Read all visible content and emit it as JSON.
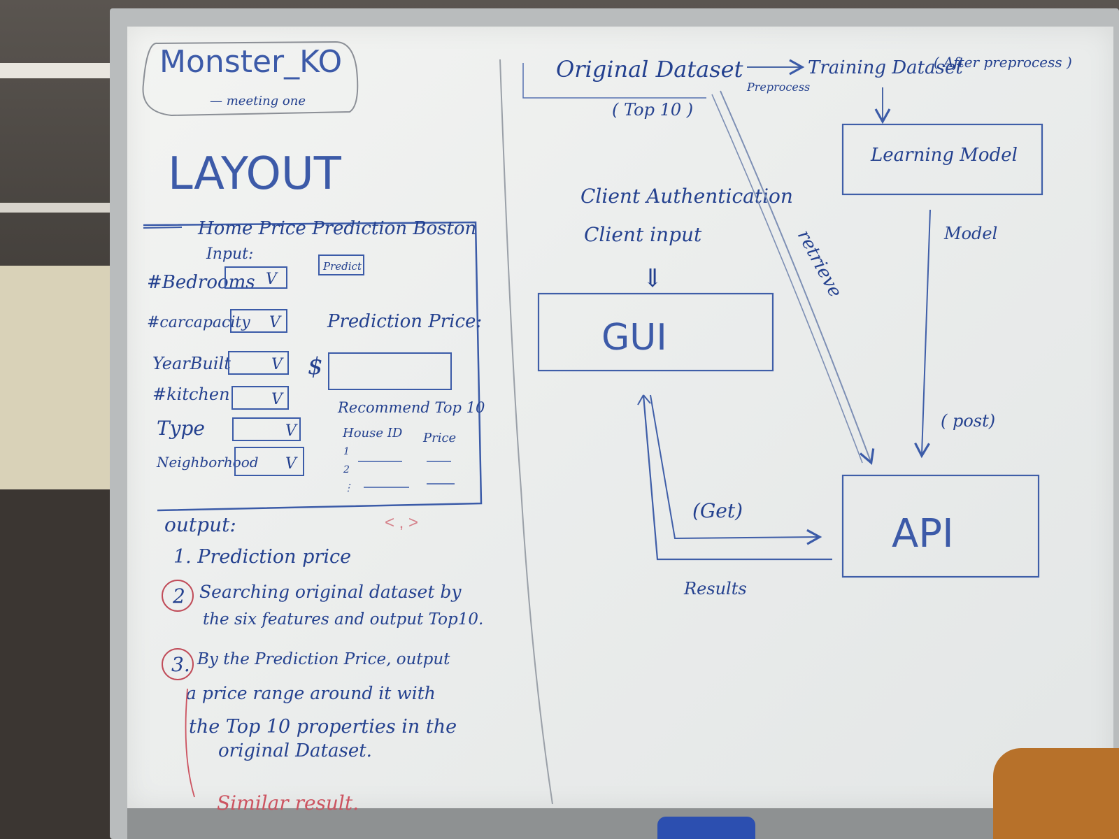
{
  "header": {
    "title": "Monster_KO",
    "subtitle": "— meeting one",
    "layout_heading": "LAYOUT"
  },
  "layout_sketch": {
    "app_title": "Home Price Prediction Boston",
    "input_label": "Input:",
    "predict_button": "Predict",
    "fields": [
      {
        "label": "#Bedrooms",
        "dropdown_glyph": "V"
      },
      {
        "label": "#carcapacity",
        "dropdown_glyph": "V"
      },
      {
        "label": "YearBuilt",
        "dropdown_glyph": "V"
      },
      {
        "label": "#kitchen",
        "dropdown_glyph": "V"
      },
      {
        "label": "Type",
        "dropdown_glyph": "V"
      },
      {
        "label": "Neighborhood",
        "dropdown_glyph": "V"
      }
    ],
    "prediction_label": "Prediction Price:",
    "currency": "$",
    "recommend_label": "Recommend Top 10",
    "table_headers": [
      "House ID",
      "Price"
    ],
    "table_row_numbers": [
      "1",
      "2",
      "⋮"
    ],
    "pager": "< , >"
  },
  "output": {
    "label": "output:",
    "items": [
      "1. Prediction price",
      "2. Searching original dataset by the six features and output Top 10.",
      "3. By the Prediction Price, output a price range around it with the Top 10 properties in the original Dataset."
    ],
    "item2_line1": "Searching original dataset by",
    "item2_line2": "the six features and output Top10.",
    "item3_line1": "By the Prediction Price, output",
    "item3_line2": "a price range around it with",
    "item3_line3": "the Top 10 properties in the",
    "item3_line4": "original Dataset.",
    "note": "Similar result."
  },
  "architecture": {
    "original_dataset": "Original Dataset",
    "top10": "( Top 10 )",
    "preprocess": "Preprocess",
    "training_dataset": "Training Dataset",
    "after_preprocess": "( After preprocess )",
    "learning_model": "Learning Model",
    "model_edge": "Model",
    "client_auth": "Client Authentication",
    "client_input": "Client input",
    "gui": "GUI",
    "retrieve": "retrieve",
    "get": "(Get)",
    "post": "( post)",
    "results": "Results",
    "api": "API"
  }
}
